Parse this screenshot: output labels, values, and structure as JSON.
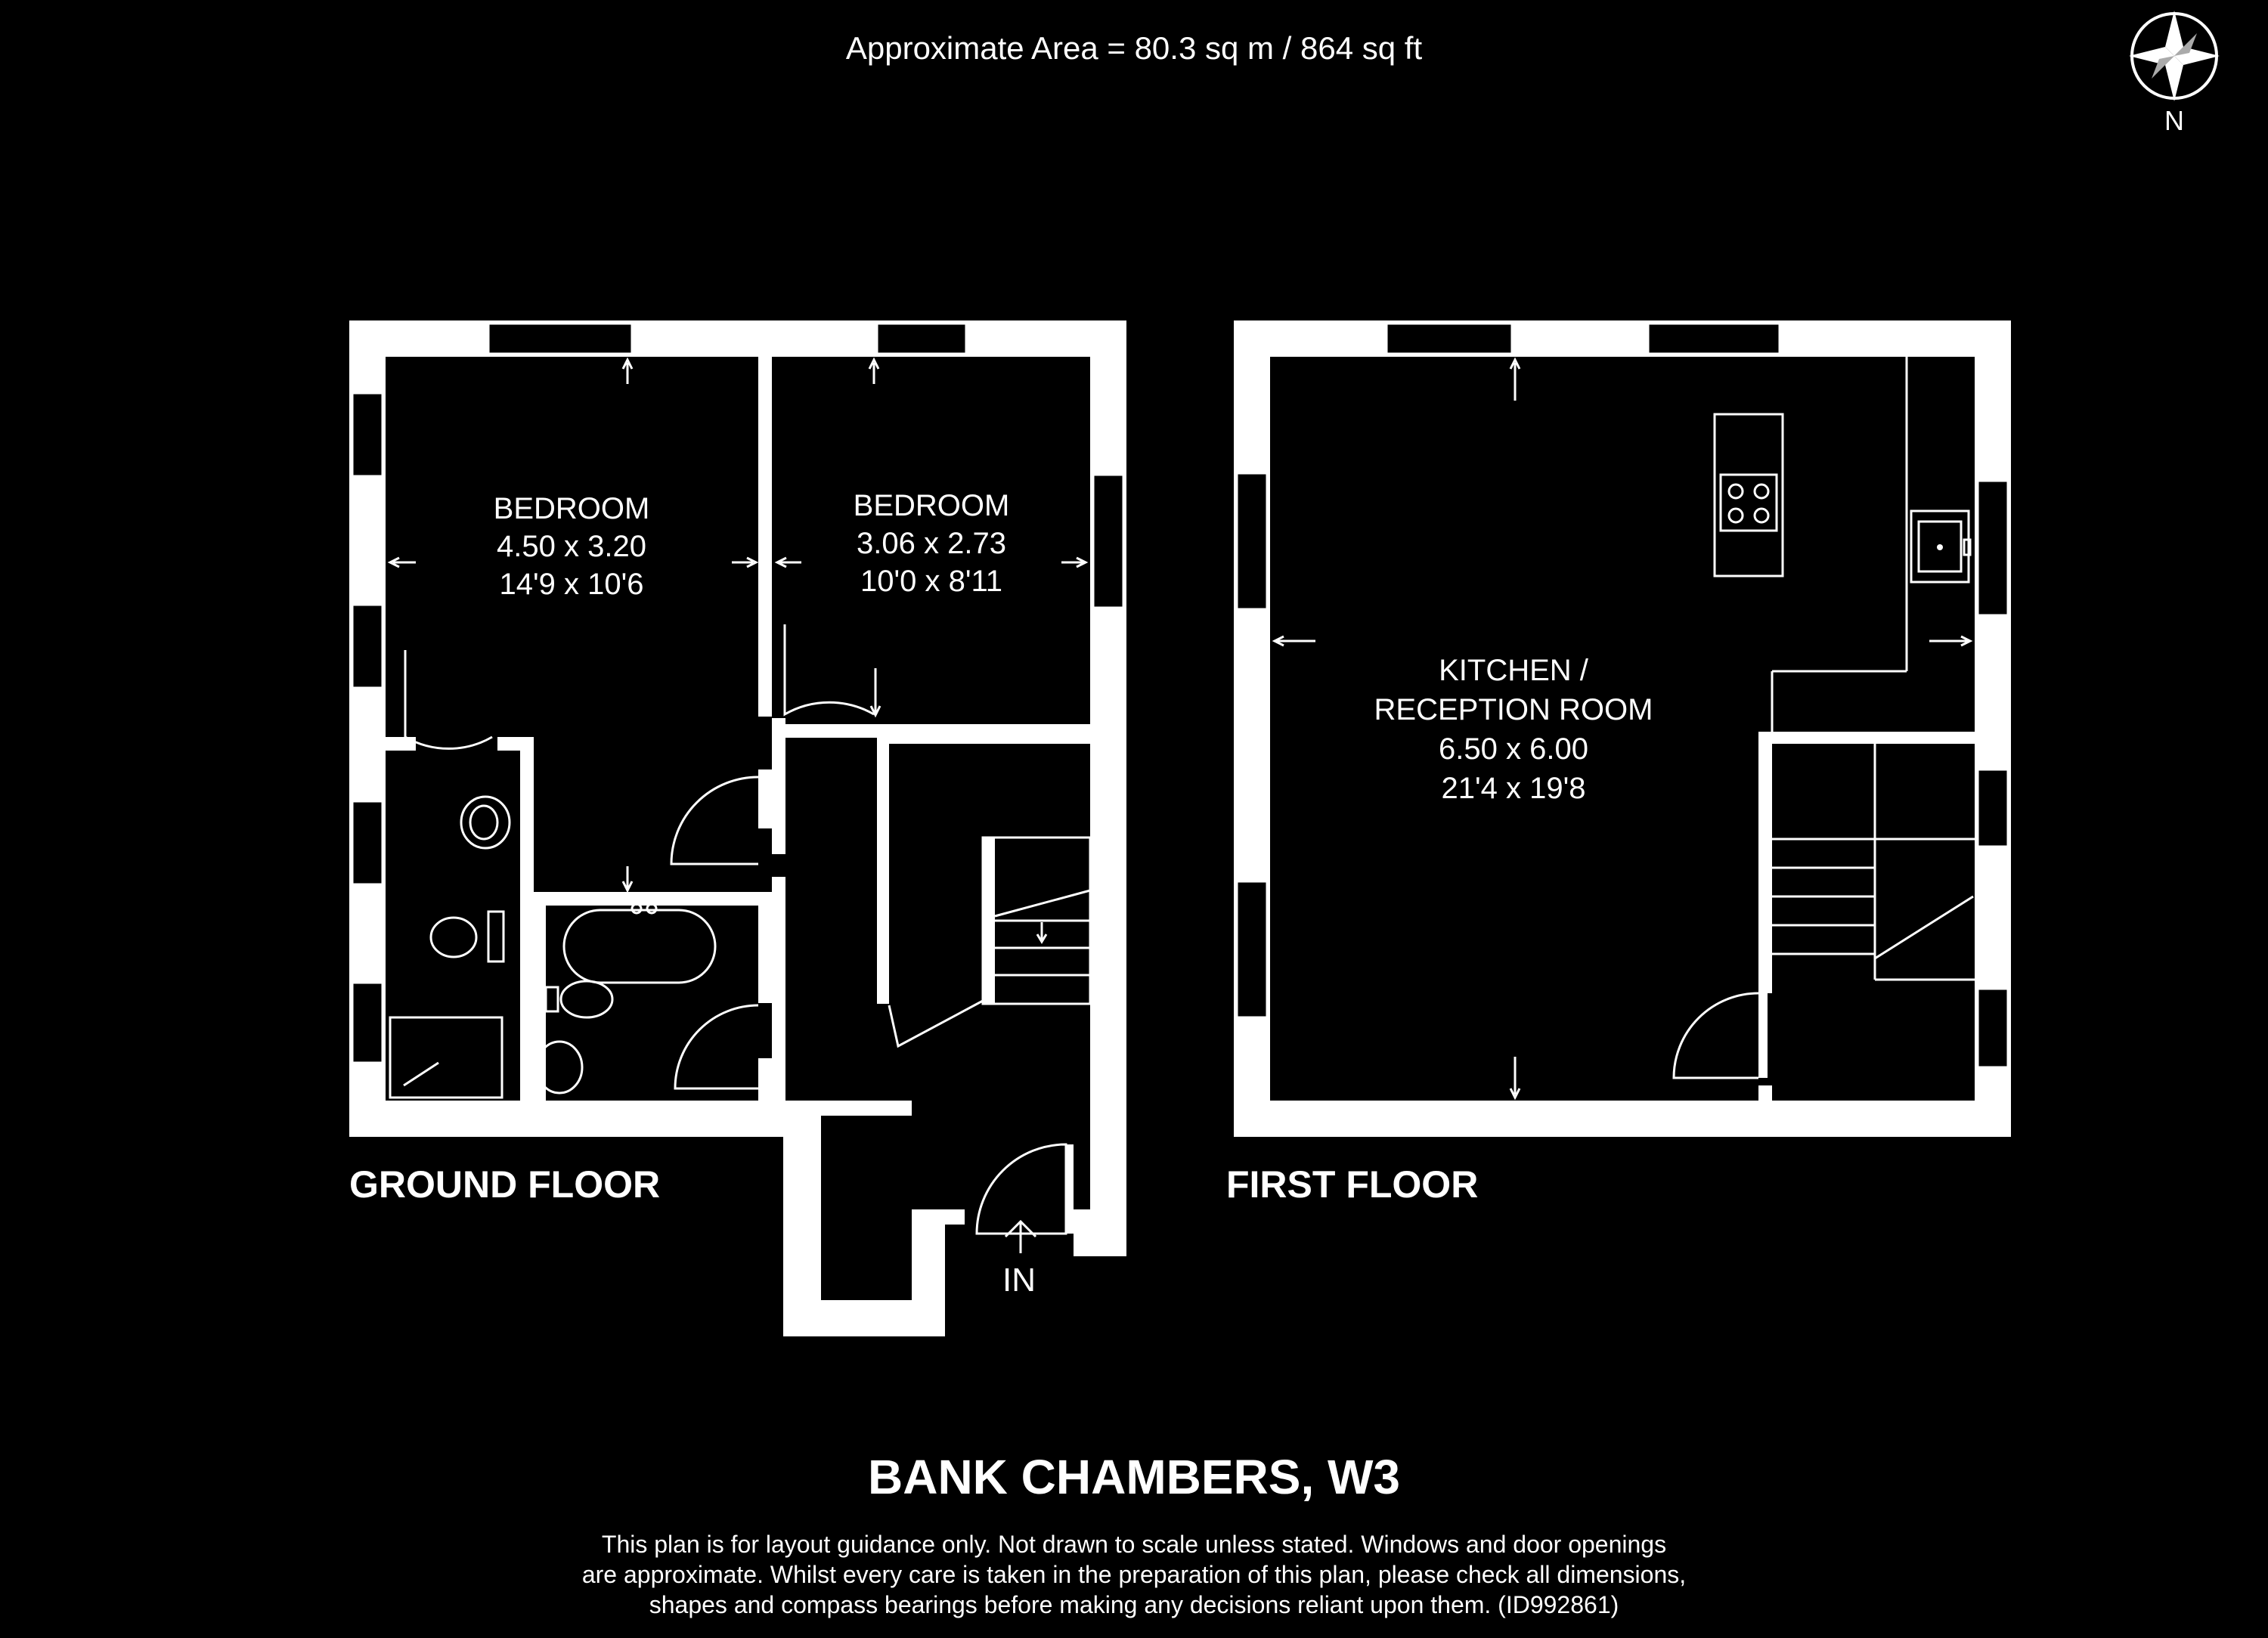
{
  "header": {
    "area": "Approximate Area = 80.3 sq m / 864 sq ft"
  },
  "compass": {
    "label": "N"
  },
  "ground_floor": {
    "label": "GROUND FLOOR",
    "entrance": "IN",
    "rooms": [
      {
        "name": "BEDROOM",
        "metric": "4.50 x 3.20",
        "imperial": "14'9 x 10'6"
      },
      {
        "name": "BEDROOM",
        "metric": "3.06 x 2.73",
        "imperial": "10'0 x 8'11"
      }
    ]
  },
  "first_floor": {
    "label": "FIRST FLOOR",
    "rooms": [
      {
        "name_line1": "KITCHEN /",
        "name_line2": "RECEPTION ROOM",
        "metric": "6.50 x 6.00",
        "imperial": "21'4 x 19'8"
      }
    ]
  },
  "footer": {
    "title": "BANK CHAMBERS, W3",
    "disclaimer": [
      "This plan is for layout guidance only. Not drawn to scale unless stated. Windows and door openings",
      "are approximate. Whilst every care is taken in the preparation of this plan, please check all dimensions,",
      "shapes and compass bearings before making any decisions reliant upon them. (ID992861)"
    ]
  }
}
